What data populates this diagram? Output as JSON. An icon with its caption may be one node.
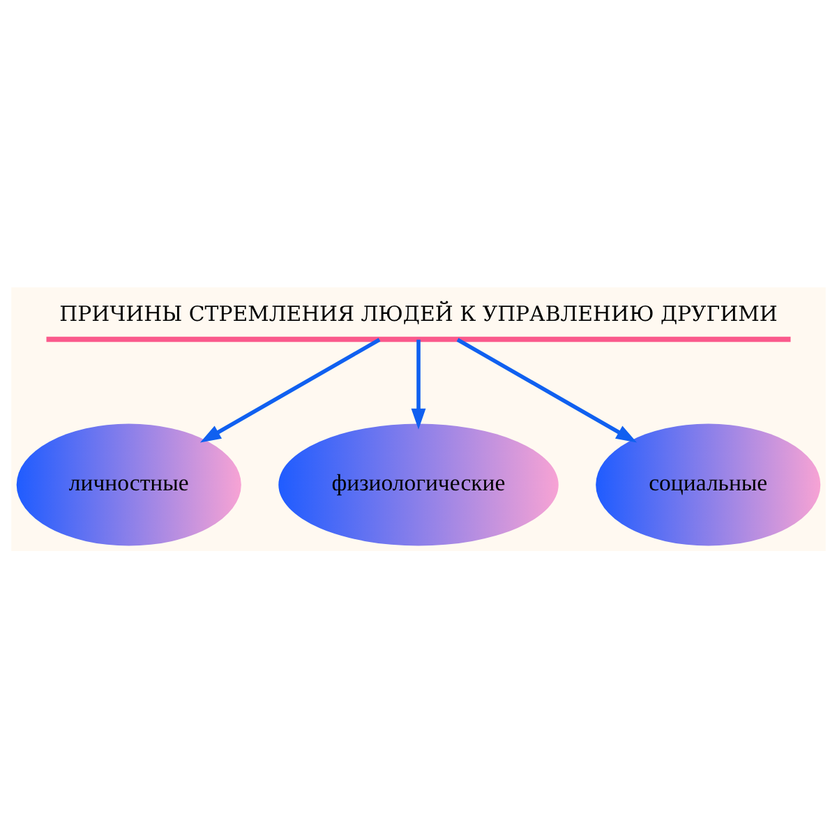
{
  "diagram": {
    "nodes": [
      {
        "text": [
          "ПРИЧИНЫ СТРЕМЛЕНИЯ ЛЮДЕЙ К УПРАВЛЕНИЮ ДРУГИМИ"
        ]
      },
      {
        "text": [
          "личностные"
        ]
      },
      {
        "text": [
          "физиологические"
        ]
      },
      {
        "text": [
          "социальные"
        ]
      }
    ],
    "edges": [
      {
        "from": 0,
        "to": 1,
        "arrow": "to"
      },
      {
        "from": 0,
        "to": 2,
        "arrow": "to"
      },
      {
        "from": 0,
        "to": 3,
        "arrow": "to"
      }
    ]
  }
}
